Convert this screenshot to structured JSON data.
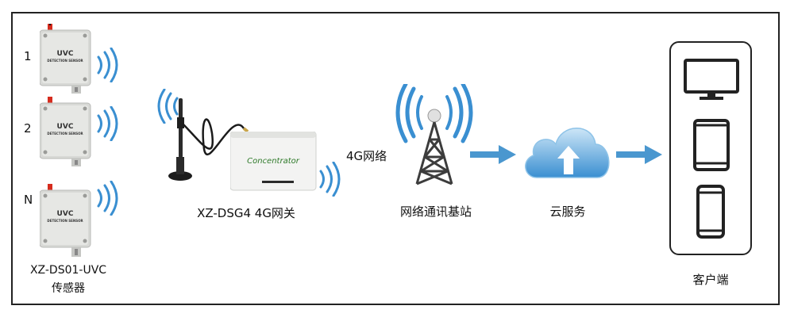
{
  "sensors": {
    "items": [
      {
        "index": "1",
        "name": "UVC",
        "sub": "DETECTION SENSOR"
      },
      {
        "index": "2",
        "name": "UVC",
        "sub": "DETECTION SENSOR"
      },
      {
        "index": "N",
        "name": "UVC",
        "sub": "DETECTION SENSOR"
      }
    ],
    "model": "XZ-DS01-UVC",
    "type": "传感器"
  },
  "gateway": {
    "brand": "Concentrator",
    "label": "XZ-DSG4 4G网关"
  },
  "network": {
    "label": "4G网络"
  },
  "base_station": {
    "label": "网络通讯基站"
  },
  "cloud": {
    "label": "云服务"
  },
  "client": {
    "label": "客户端"
  },
  "colors": {
    "signal_wave": "#3a8fd1",
    "arrow": "#4a97cf",
    "cloud_light": "#cde6f7",
    "cloud_dark": "#3a8fd1",
    "tower": "#3c3c3c",
    "sensor_body": "#d8d9d6",
    "antenna_red": "#d62c1e",
    "device_dark": "#2b2b2b"
  },
  "icons": [
    "wifi-wave-icon",
    "antenna-icon",
    "tower-icon",
    "cloud-upload-icon",
    "monitor-icon",
    "tablet-icon",
    "phone-icon",
    "arrow-right-icon"
  ]
}
